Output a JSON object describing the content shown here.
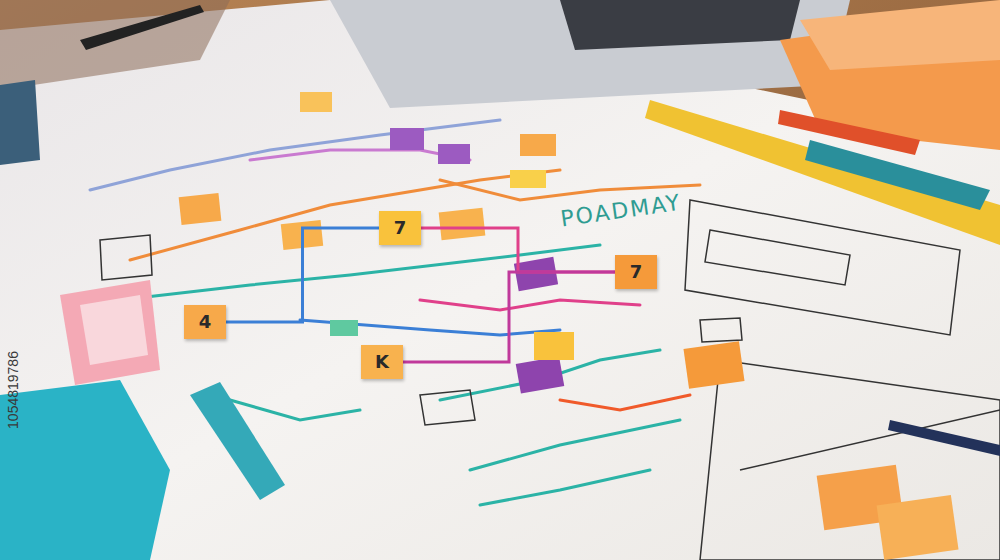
{
  "diagram": {
    "nodes": [
      {
        "text": [
          "4"
        ]
      },
      {
        "text": [
          "7"
        ]
      },
      {
        "text": [
          "K"
        ]
      },
      {
        "text": [
          "7"
        ]
      }
    ],
    "edges": [
      {
        "from": 0,
        "to": 1,
        "arrow": "none"
      },
      {
        "from": 1,
        "to": 3,
        "arrow": "none"
      },
      {
        "from": 2,
        "to": 3,
        "arrow": "none"
      }
    ],
    "labels": [
      "POADMAY",
      "1054819786"
    ]
  }
}
